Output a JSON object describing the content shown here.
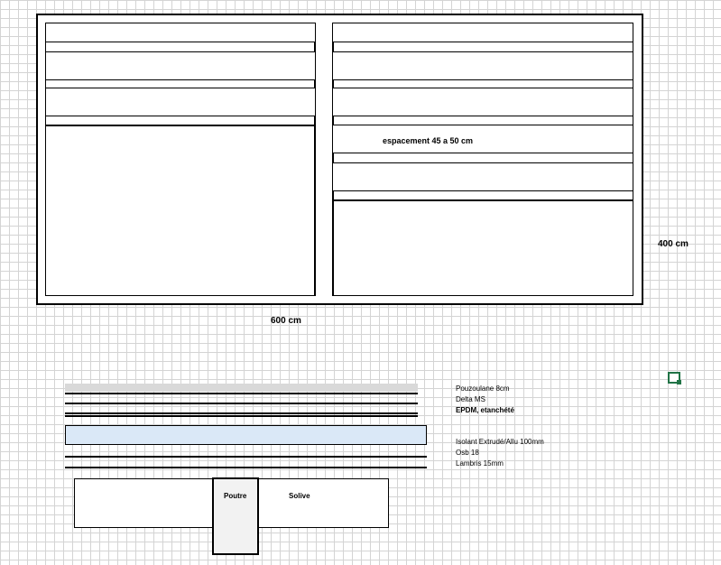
{
  "plan": {
    "spacing_label": "espacement 45 a 50 cm",
    "width_label": "600 cm",
    "height_label": "400 cm"
  },
  "layers": {
    "items": [
      "Pouzoulane 8cm",
      "Delta MS",
      "EPDM, etanchété",
      "Isolant Extrudé/Allu 100mm",
      "Osb 18",
      "Lambris 15mm"
    ]
  },
  "section": {
    "beam_label": "Poutre",
    "joist_label": "Solive"
  },
  "colors": {
    "grid": "#d4d4d4",
    "gravel": "#d9d9d9",
    "insulation": "#dae8f7",
    "beam": "#f2f2f2",
    "cell_cursor": "#217346"
  }
}
